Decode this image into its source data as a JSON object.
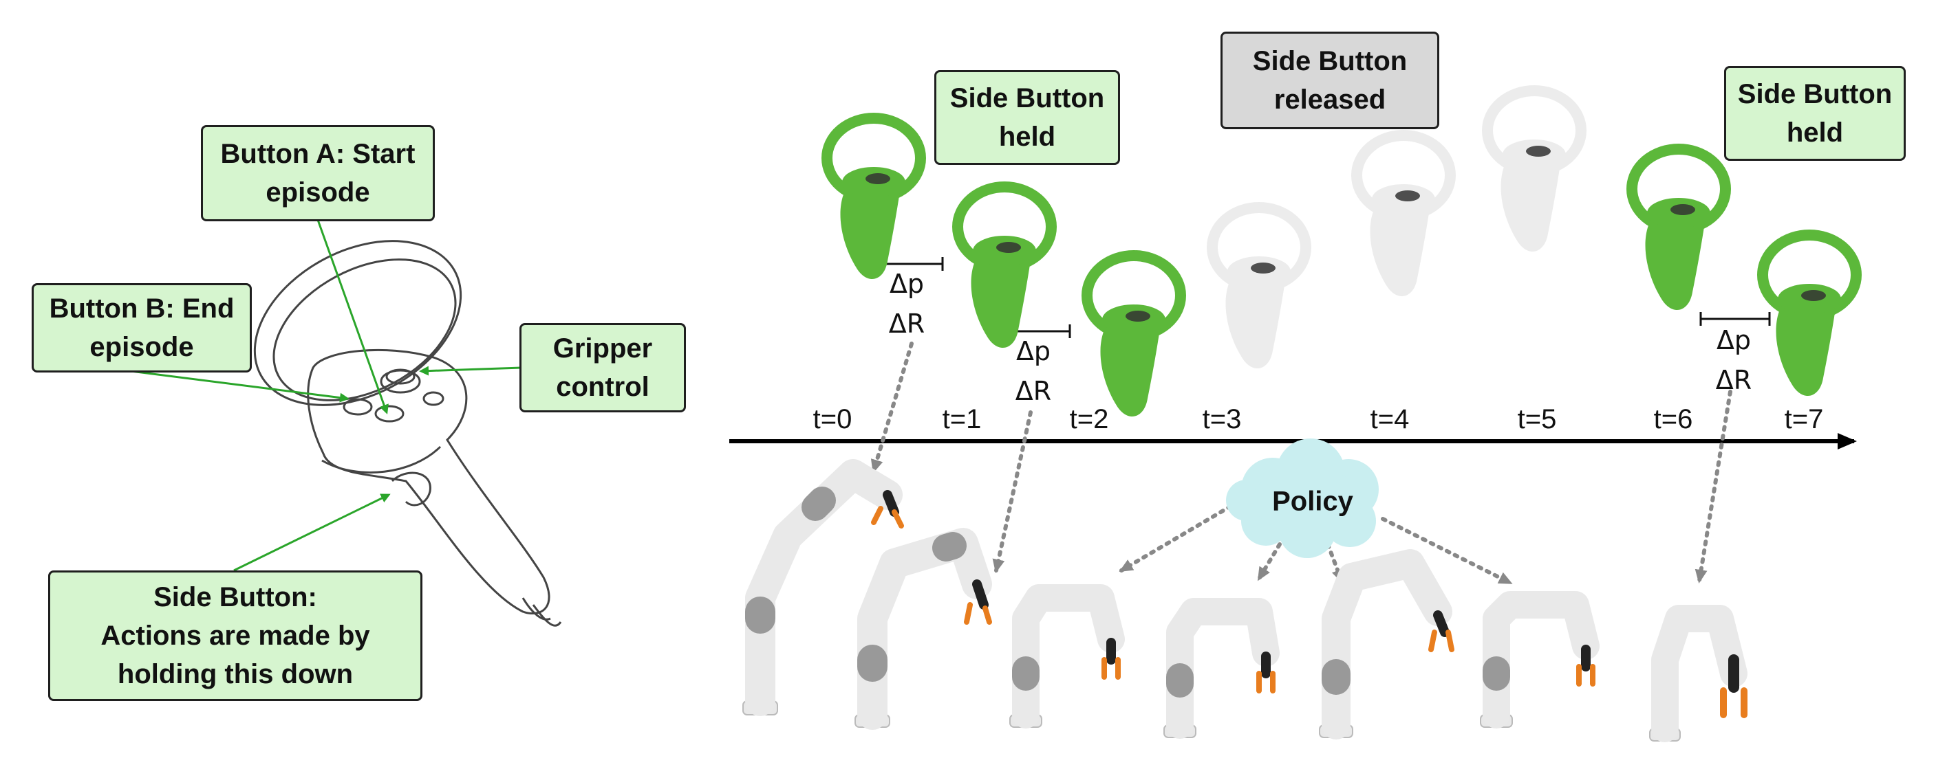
{
  "callouts": {
    "button_a": "Button A: Start\nepisode",
    "button_b": "Button B: End\nepisode",
    "gripper": "Gripper\ncontrol",
    "side_button": "Side Button:\nActions are made by\nholding this down"
  },
  "top_labels": {
    "held_1": "Side Button\nheld",
    "released": "Side Button\nreleased",
    "held_2": "Side Button\nheld"
  },
  "timeline": {
    "ticks": [
      "t=0",
      "t=1",
      "t=2",
      "t=3",
      "t=4",
      "t=5",
      "t=6",
      "t=7"
    ]
  },
  "deltas": {
    "d1": "Δp\nΔR",
    "d2": "Δp\nΔR",
    "d3": "Δp\nΔR"
  },
  "policy": {
    "label": "Policy"
  },
  "colors": {
    "controller_active": "#5cb83a",
    "controller_inactive": "#efefef",
    "callout_fill": "#d6f5cf",
    "released_fill": "#d8d8d8",
    "cloud": "#c9eef0",
    "gripper_accent": "#e87d1e",
    "leader_line": "#2aa52a"
  },
  "icons": {
    "controller": "vr-controller-icon",
    "robot": "robot-arm-icon",
    "cloud": "cloud-icon"
  }
}
